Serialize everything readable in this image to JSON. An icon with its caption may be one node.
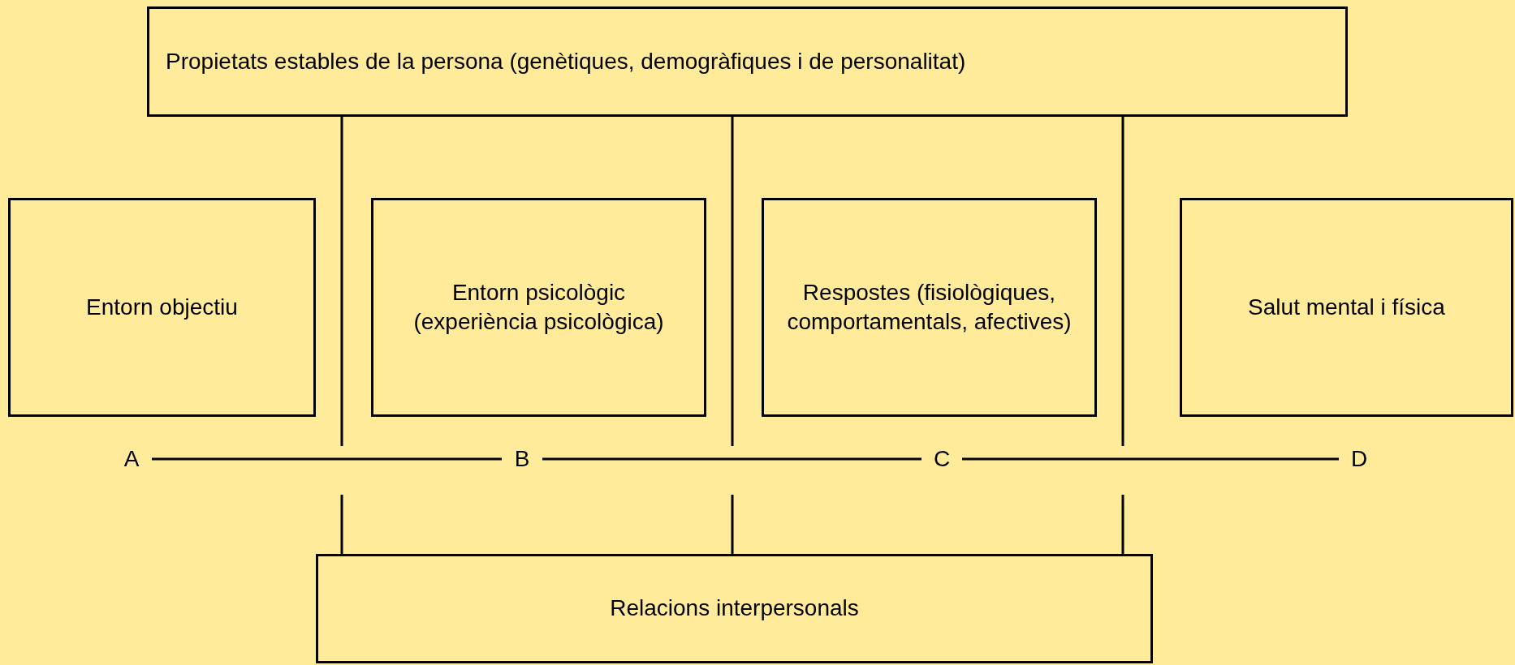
{
  "diagram": {
    "nodes": [
      {
        "text": [
          "Propietats estables de la persona (genètiques, demogràfiques i de personalitat)"
        ]
      },
      {
        "text": [
          "Entorn objectiu"
        ]
      },
      {
        "text": [
          "Entorn psicològic (experiència psicològica)"
        ]
      },
      {
        "text": [
          "Respostes (fisiològiques, comportamentals, afectives)"
        ]
      },
      {
        "text": [
          "Salut mental i física"
        ]
      },
      {
        "text": [
          "A"
        ]
      },
      {
        "text": [
          "B"
        ]
      },
      {
        "text": [
          "C"
        ]
      },
      {
        "text": [
          "D"
        ]
      },
      {
        "text": [
          "Relacions interpersonals"
        ]
      }
    ],
    "edges": [
      {
        "from": 5,
        "to": 6,
        "arrow": "none"
      },
      {
        "from": 6,
        "to": 7,
        "arrow": "none"
      },
      {
        "from": 7,
        "to": 8,
        "arrow": "none"
      },
      {
        "from": 0,
        "to": null,
        "arrow": "none"
      },
      {
        "from": 0,
        "to": null,
        "arrow": "none"
      },
      {
        "from": 0,
        "to": null,
        "arrow": "none"
      },
      {
        "from": 9,
        "to": null,
        "arrow": "none"
      },
      {
        "from": 9,
        "to": null,
        "arrow": "none"
      },
      {
        "from": 9,
        "to": null,
        "arrow": "none"
      }
    ]
  }
}
